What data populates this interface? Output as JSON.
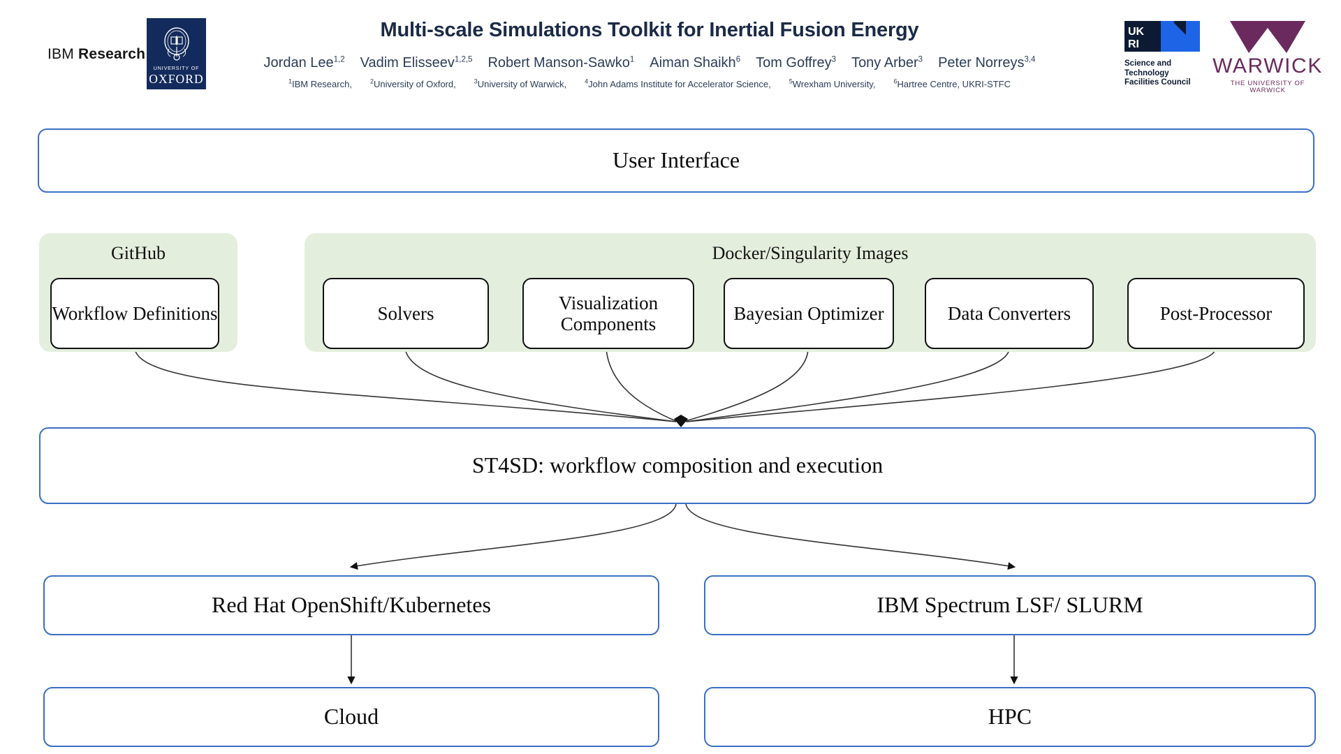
{
  "header": {
    "title": "Multi-scale Simulations Toolkit for Inertial Fusion Energy",
    "ibm_logo": {
      "word1": "IBM",
      "word2": "Research"
    },
    "oxford_logo": {
      "line1": "UNIVERSITY OF",
      "line2": "OXFORD"
    },
    "ukri_logo": {
      "mark": "UKRI",
      "line1": "Science and",
      "line2": "Technology",
      "line3": "Facilities Council"
    },
    "warwick_logo": {
      "name": "WARWICK",
      "subtitle": "THE UNIVERSITY OF WARWICK"
    },
    "authors": [
      {
        "name": "Jordan Lee",
        "sup": "1,2"
      },
      {
        "name": "Vadim Elisseev",
        "sup": "1,2,5"
      },
      {
        "name": "Robert Manson-Sawko",
        "sup": "1"
      },
      {
        "name": "Aiman Shaikh",
        "sup": "6"
      },
      {
        "name": "Tom Goffrey",
        "sup": "3"
      },
      {
        "name": "Tony Arber",
        "sup": "3"
      },
      {
        "name": "Peter Norreys",
        "sup": "3,4"
      }
    ],
    "affiliations": [
      {
        "sup": "1",
        "text": "IBM Research,"
      },
      {
        "sup": "2",
        "text": "University of Oxford,"
      },
      {
        "sup": "3",
        "text": "University of Warwick,"
      },
      {
        "sup": "4",
        "text": "John Adams Institute for Accelerator Science,"
      },
      {
        "sup": "5",
        "text": "Wrexham University,"
      },
      {
        "sup": "6",
        "text": "Hartree Centre, UKRI-STFC"
      }
    ]
  },
  "diagram": {
    "type": "architecture-block-diagram",
    "colors": {
      "blue_border": "#3b6fc4",
      "group_fill": "#e4eedd",
      "box_border": "#111111",
      "title_navy": "#1b2a47",
      "oxford_navy": "#132B5C",
      "warwick_purple": "#6B2A5E",
      "ukri_blue": "#1E64E6"
    },
    "user_interface": {
      "label": "User Interface"
    },
    "groups": [
      {
        "id": "github",
        "label": "GitHub"
      },
      {
        "id": "images",
        "label": "Docker/Singularity Images"
      }
    ],
    "components": [
      {
        "id": "workflow-definitions",
        "group": "github",
        "label": "Workflow Definitions"
      },
      {
        "id": "solvers",
        "group": "images",
        "label": "Solvers"
      },
      {
        "id": "visualization-components",
        "group": "images",
        "label": "Visualization Components"
      },
      {
        "id": "bayesian-optimizer",
        "group": "images",
        "label": "Bayesian Optimizer"
      },
      {
        "id": "data-converters",
        "group": "images",
        "label": "Data Converters"
      },
      {
        "id": "post-processor",
        "group": "images",
        "label": "Post-Processor"
      }
    ],
    "orchestrator": {
      "label": "ST4SD: workflow composition and execution"
    },
    "platforms": [
      {
        "id": "openshift",
        "label": "Red Hat OpenShift/Kubernetes"
      },
      {
        "id": "lsf-slurm",
        "label": "IBM Spectrum LSF/ SLURM"
      }
    ],
    "targets": [
      {
        "id": "cloud",
        "label": "Cloud"
      },
      {
        "id": "hpc",
        "label": "HPC"
      }
    ]
  }
}
